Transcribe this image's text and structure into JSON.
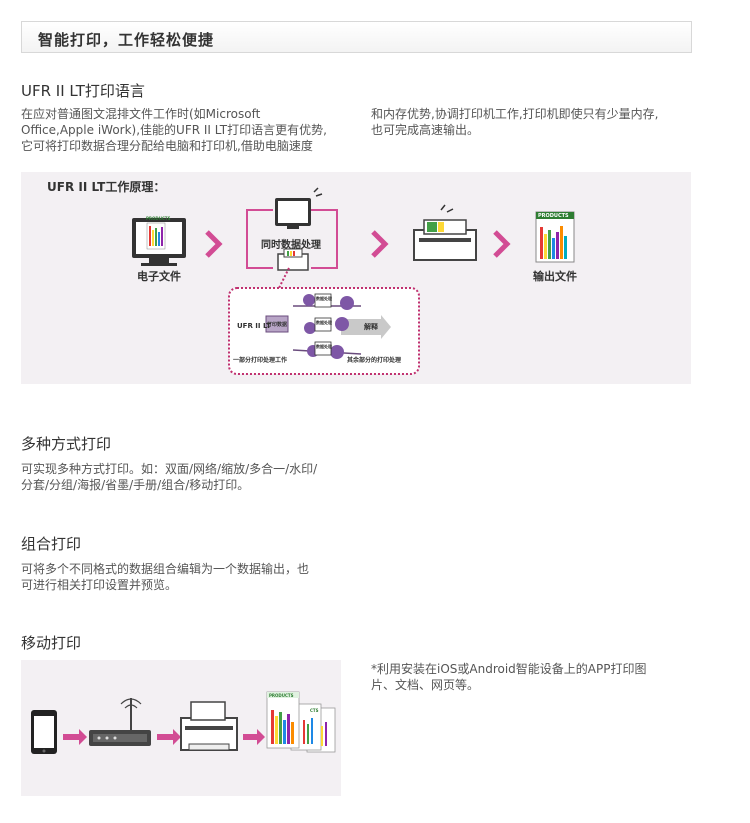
{
  "header": {
    "title": "智能打印，工作轻松便捷"
  },
  "ufr": {
    "title": "UFR II LT打印语言",
    "para_left": [
      "在应对普通图文混排文件工作时(如Microsoft",
      "Office,Apple iWork),佳能的UFR II LT打印语言更有优势,",
      "它可将打印数据合理分配给电脑和打印机,借助电脑速度"
    ],
    "para_right": [
      "和内存优势,协调打印机工作,打印机即使只有少量内存,",
      "也可完成高速输出。"
    ]
  },
  "diagram": {
    "title": "UFR II LT工作原理：",
    "label_electronic": "电子文件",
    "label_simultaneous": "同时数据处理",
    "label_output": "输出文件",
    "products_label": "PRODUCTS",
    "detail": {
      "ufr_label": "UFR II LT",
      "print_data": "打印数据",
      "processing": "数据处理",
      "decode": "解释",
      "part_work": "一部分打印处理工作",
      "rest_work": "其余部分的打印处理"
    }
  },
  "multi": {
    "title": "多种方式打印",
    "para": [
      "可实现多种方式打印。如：双面/网络/缩放/多合一/水印/",
      "分套/分组/海报/省墨/手册/组合/移动打印。"
    ]
  },
  "combo": {
    "title": "组合打印",
    "para": [
      "可将多个不同格式的数据组合编辑为一个数据输出，也",
      "可进行相关打印设置并预览。"
    ]
  },
  "mobile": {
    "title": "移动打印",
    "note": [
      "*利用安装在iOS或Android智能设备上的APP打印图",
      "片、文档、网页等。"
    ],
    "products_label": "PRODUCTS",
    "cts_label": "CTS"
  },
  "colors": {
    "accent_pink": "#d63c8f",
    "arrow_pink": "#d24c94",
    "dotted_border": "#c0306f",
    "diagram_bg": "#f3f0f3"
  }
}
